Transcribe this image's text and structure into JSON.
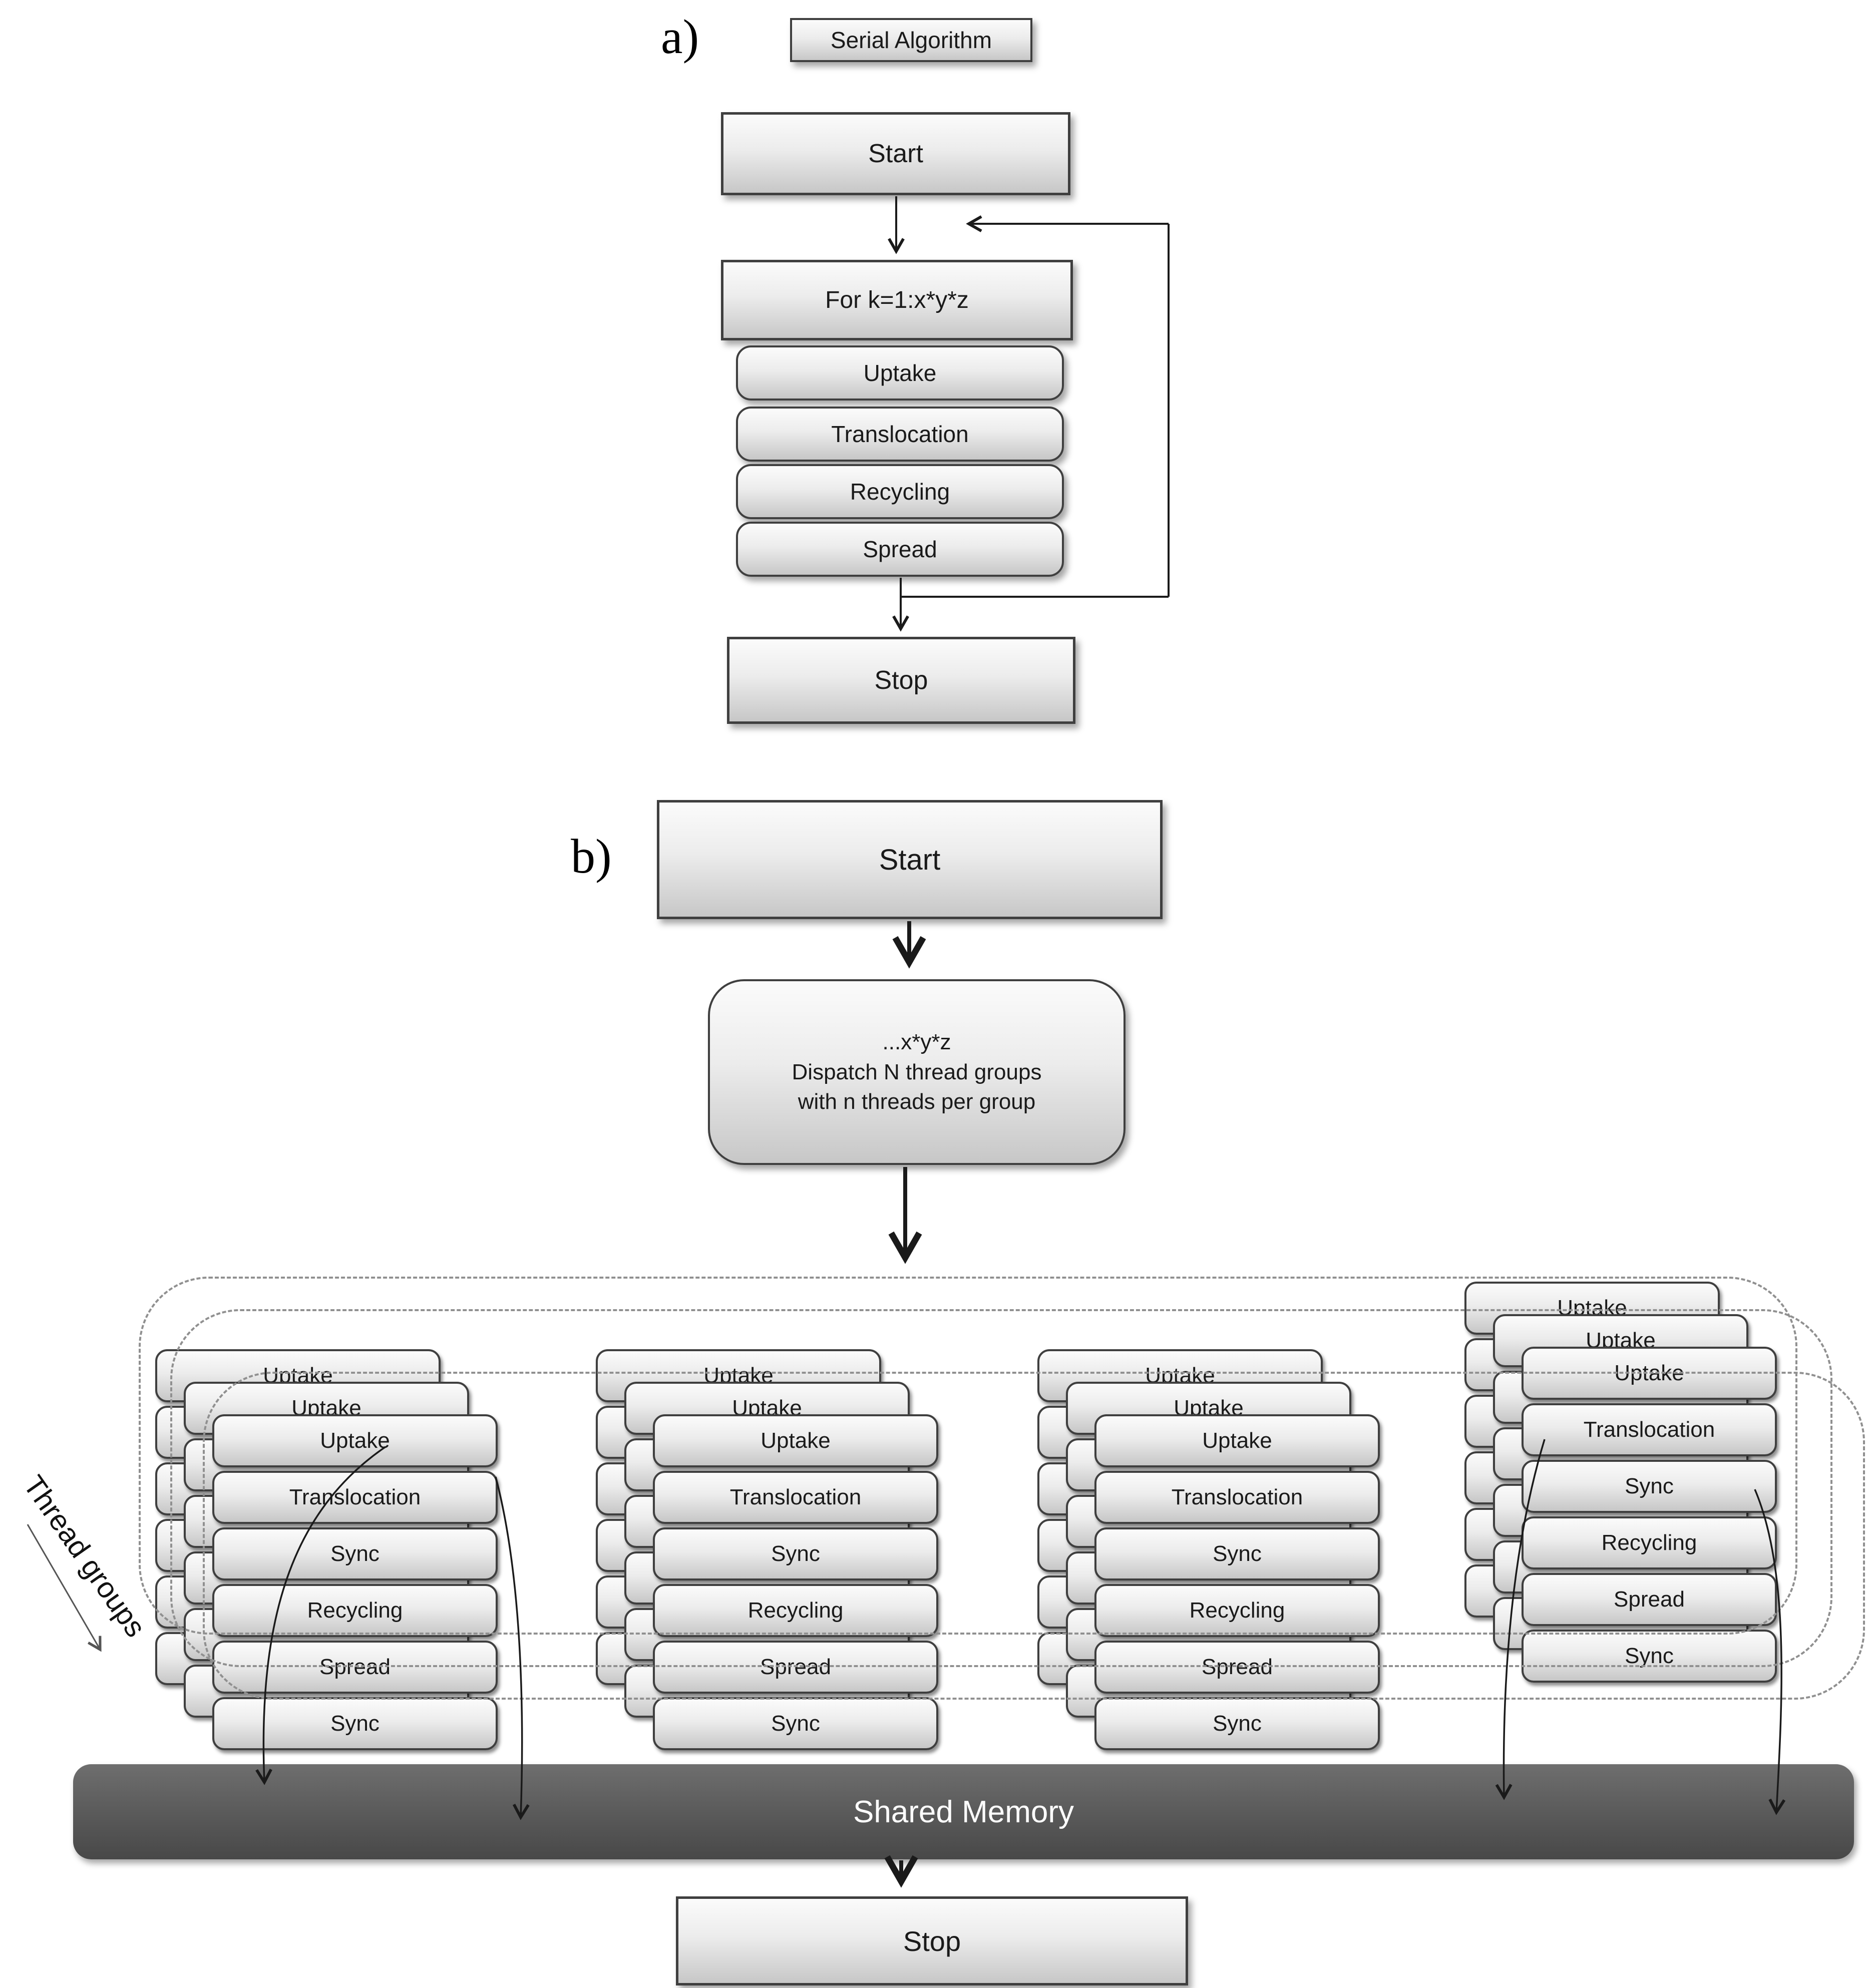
{
  "figure": {
    "panel_a": {
      "label": "a)",
      "title": "Serial Algorithm",
      "start_label": "Start",
      "loop_label": "For k=1:x*y*z",
      "steps": [
        "Uptake",
        "Translocation",
        "Recycling",
        "Spread"
      ],
      "stop_label": "Stop"
    },
    "panel_b": {
      "label": "b)",
      "start_label": "Start",
      "dispatch_lines": [
        "...x*y*z",
        "Dispatch N thread groups",
        "with n threads per group"
      ],
      "thread_groups_caption": "Thread groups",
      "thread_card_rows": [
        "Uptake",
        "Translocation",
        "Sync",
        "Recycling",
        "Spread",
        "Sync"
      ],
      "back_card_title": "Uptake",
      "num_groups": 4,
      "cards_per_group": 3,
      "shared_memory_label": "Shared Memory",
      "stop_label": "Stop"
    },
    "colors": {
      "box_fill_top": "#fbfbfb",
      "box_fill_bottom": "#c7c7c7",
      "box_border": "#3f3f3f",
      "dashed_border": "#909090",
      "shared_memory_fill": "#575757",
      "shared_memory_text": "#ffffff",
      "arrow": "#1a1a1a",
      "text": "#1a1a1a"
    }
  }
}
